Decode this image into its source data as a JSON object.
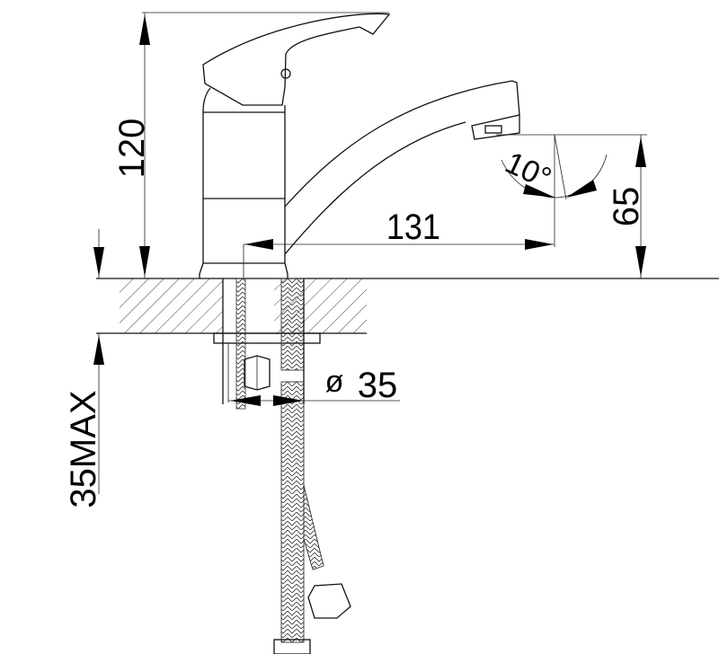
{
  "title": "Faucet dimension drawing",
  "dimensions": {
    "height": "120",
    "reach": "131",
    "spout_height": "65",
    "spout_angle": "10°",
    "hole_diameter_symbol": "ø",
    "hole_diameter": "35",
    "countertop_max": "35MAX"
  }
}
